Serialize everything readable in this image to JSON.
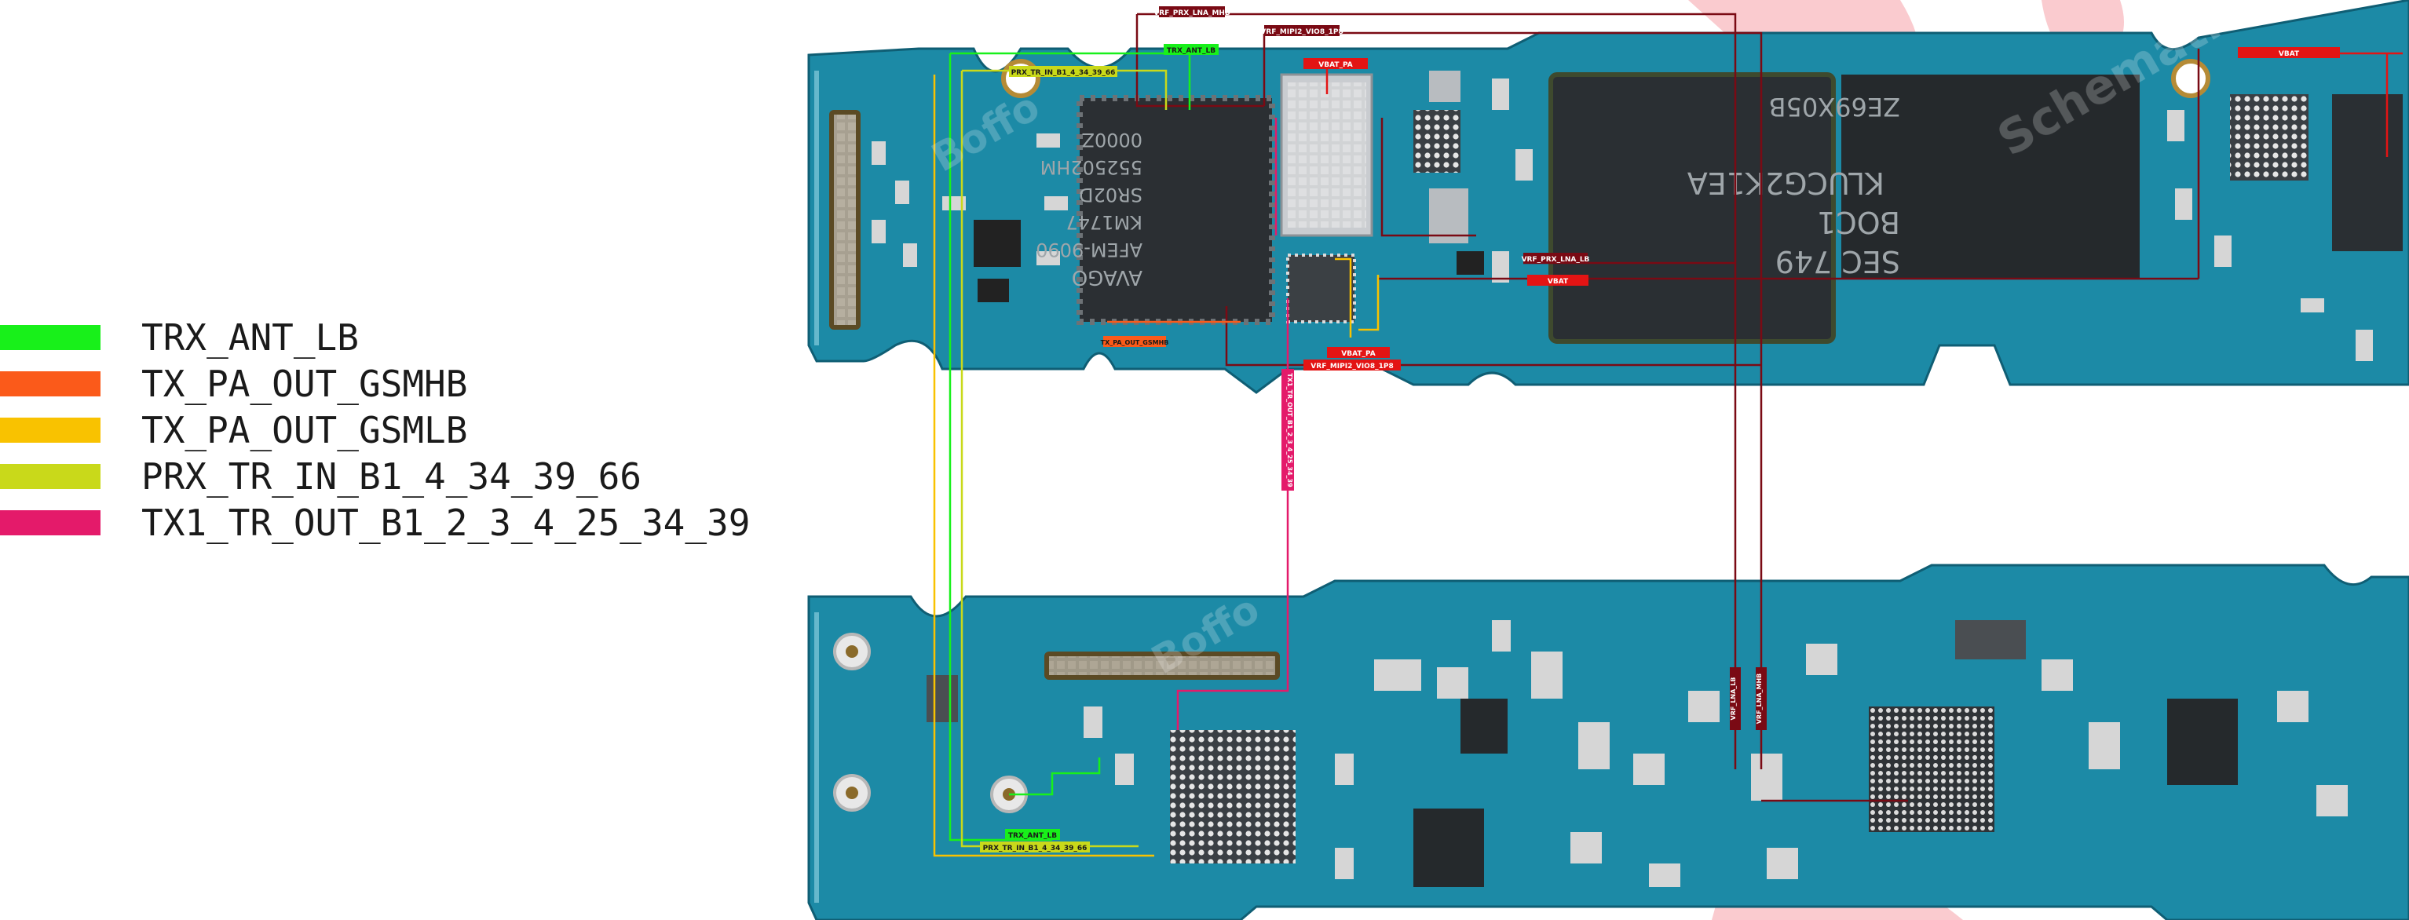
{
  "legend": [
    {
      "label": "TRX_ANT_LB",
      "color": "#18f01a"
    },
    {
      "label": "TX_PA_OUT_GSMHB",
      "color": "#fb5a1a"
    },
    {
      "label": "TX_PA_OUT_GSMLB",
      "color": "#f9c200"
    },
    {
      "label": "PRX_TR_IN_B1_4_34_39_66",
      "color": "#c9d91a"
    },
    {
      "label": "TX1_TR_OUT_B1_2_3_4_25_34_39",
      "color": "#e41a6a"
    }
  ],
  "board": {
    "pcb_color": "#1c8aa6",
    "silk_color": "#e8f4f7",
    "trace_color": "#7a0a14",
    "label_red": "#e31414",
    "chip_top_main": [
      "AVAGO",
      "AFEM-9090",
      "KM1747",
      "SR02D",
      "552502HM",
      "0000Z"
    ],
    "chip_memory": [
      "SEC 749",
      "BOC1",
      "KLUCG2K1EA",
      "ZE69X05B"
    ],
    "watermarks": [
      "Schematic",
      "Boffo"
    ]
  },
  "net_labels": {
    "vrf_prx_lna_mhb": "VRF_PRX_LNA_MHB",
    "vrf_mipi2_vio8_1p8": "VRF_MIPI2_VIO8_1P8",
    "prx_tr_in_top": "PRX_TR_IN_B1_4_34_39_66",
    "trx_ant_lb_top": "TRX_ANT_LB",
    "vbat_pa_top": "VBAT_PA",
    "vbat_right": "VBAT",
    "vrf_prx_lna_lb": "VRF_PRX_LNA_LB",
    "vbat_mid": "VBAT",
    "tx_pa_out_gsmhb": "TX_PA_OUT_GSMHB",
    "vbat_pa_bottom": "VBAT_PA",
    "vrf_mipi2_vio8_bottom": "VRF_MIPI2_VIO8_1P8",
    "tx1_tr_out_vertical": "TX1_TR_OUT_B1_2_3_4_25_34_39",
    "vrf_lna_lb_vertical": "VRF_LNA_LB",
    "vrf_lna_mhb_vertical": "VRF_LNA_MHB",
    "trx_ant_lb_bottom": "TRX_ANT_LB",
    "prx_tr_in_bottom": "PRX_TR_IN_B1_4_34_39_66"
  }
}
